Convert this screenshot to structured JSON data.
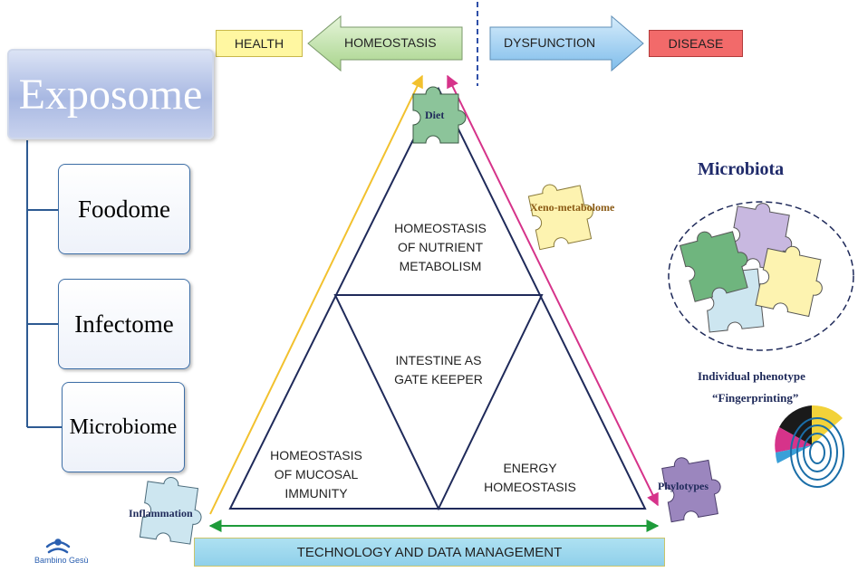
{
  "top_bar": {
    "health": "HEALTH",
    "homeostasis": "HOMEOSTASIS",
    "dysfunction": "DYSFUNCTION",
    "disease": "DISEASE"
  },
  "exposome": {
    "title": "Exposome",
    "items": [
      "Foodome",
      "Infectome",
      "Microbiome"
    ]
  },
  "triangle": {
    "top": [
      "HOMEOSTASIS",
      "OF NUTRIENT",
      "METABOLISM"
    ],
    "center": [
      "INTESTINE AS",
      "GATE KEEPER"
    ],
    "bottom_left": [
      "HOMEOSTASIS",
      "OF MUCOSAL",
      "IMMUNITY"
    ],
    "bottom_right": [
      "ENERGY",
      "HOMEOSTASIS"
    ]
  },
  "puzzles": {
    "diet": "Diet",
    "xeno": "Xeno-metabolome",
    "inflammation": "Inflammation",
    "phylotypes": "Phylotypes"
  },
  "microbiota": {
    "title": "Microbiota",
    "phenotype": "Individual phenotype",
    "fingerprinting": "“Fingerprinting”"
  },
  "footer": {
    "tech": "TECHNOLOGY AND DATA MANAGEMENT",
    "logo_text": "Bambino Gesù"
  },
  "colors": {
    "health": "#fff7a1",
    "homeostasis_arrow": "#c6e8b0",
    "dysfunction_arrow": "#a8d4f5",
    "disease": "#f26a6a",
    "puzzle_green": "#7fbf8a",
    "puzzle_yellow": "#fdf3b0",
    "puzzle_blue": "#cde6f0",
    "puzzle_purple": "#9b86be"
  }
}
